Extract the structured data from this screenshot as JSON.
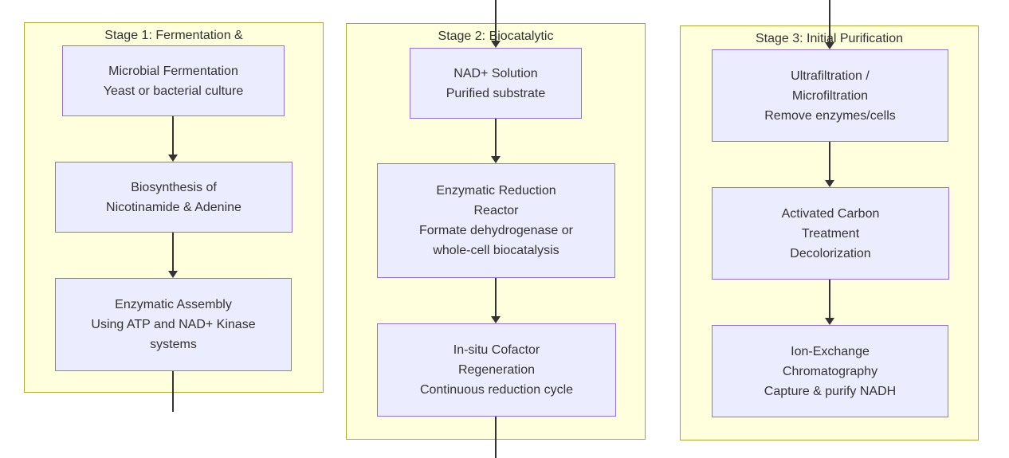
{
  "colors": {
    "cluster_fill": "#FFFFDE",
    "cluster_border": "#AAAA33",
    "node_fill": "#ECECFF",
    "node_border": "#9370DB",
    "edge": "#333333",
    "text": "#333333"
  },
  "stages": [
    {
      "title": "Stage 1: Fermentation &",
      "nodes": [
        {
          "lines": [
            "Microbial Fermentation",
            "Yeast or bacterial culture"
          ]
        },
        {
          "lines": [
            "Biosynthesis of",
            "Nicotinamide & Adenine"
          ]
        },
        {
          "lines": [
            "Enzymatic Assembly",
            "Using ATP and NAD+ Kinase",
            "systems"
          ]
        }
      ]
    },
    {
      "title": "Stage 2: Biocatalytic",
      "nodes": [
        {
          "lines": [
            "NAD+ Solution",
            "Purified substrate"
          ]
        },
        {
          "lines": [
            "Enzymatic Reduction",
            "Reactor",
            "Formate dehydrogenase or",
            "whole-cell biocatalysis"
          ]
        },
        {
          "lines": [
            "In-situ Cofactor",
            "Regeneration",
            "Continuous reduction cycle"
          ]
        }
      ]
    },
    {
      "title": "Stage 3: Initial Purification",
      "nodes": [
        {
          "lines": [
            "Ultrafiltration /",
            "Microfiltration",
            "Remove enzymes/cells"
          ]
        },
        {
          "lines": [
            "Activated Carbon",
            "Treatment",
            "Decolorization"
          ]
        },
        {
          "lines": [
            "Ion-Exchange",
            "Chromatography",
            "Capture & purify NADH"
          ]
        }
      ]
    }
  ]
}
